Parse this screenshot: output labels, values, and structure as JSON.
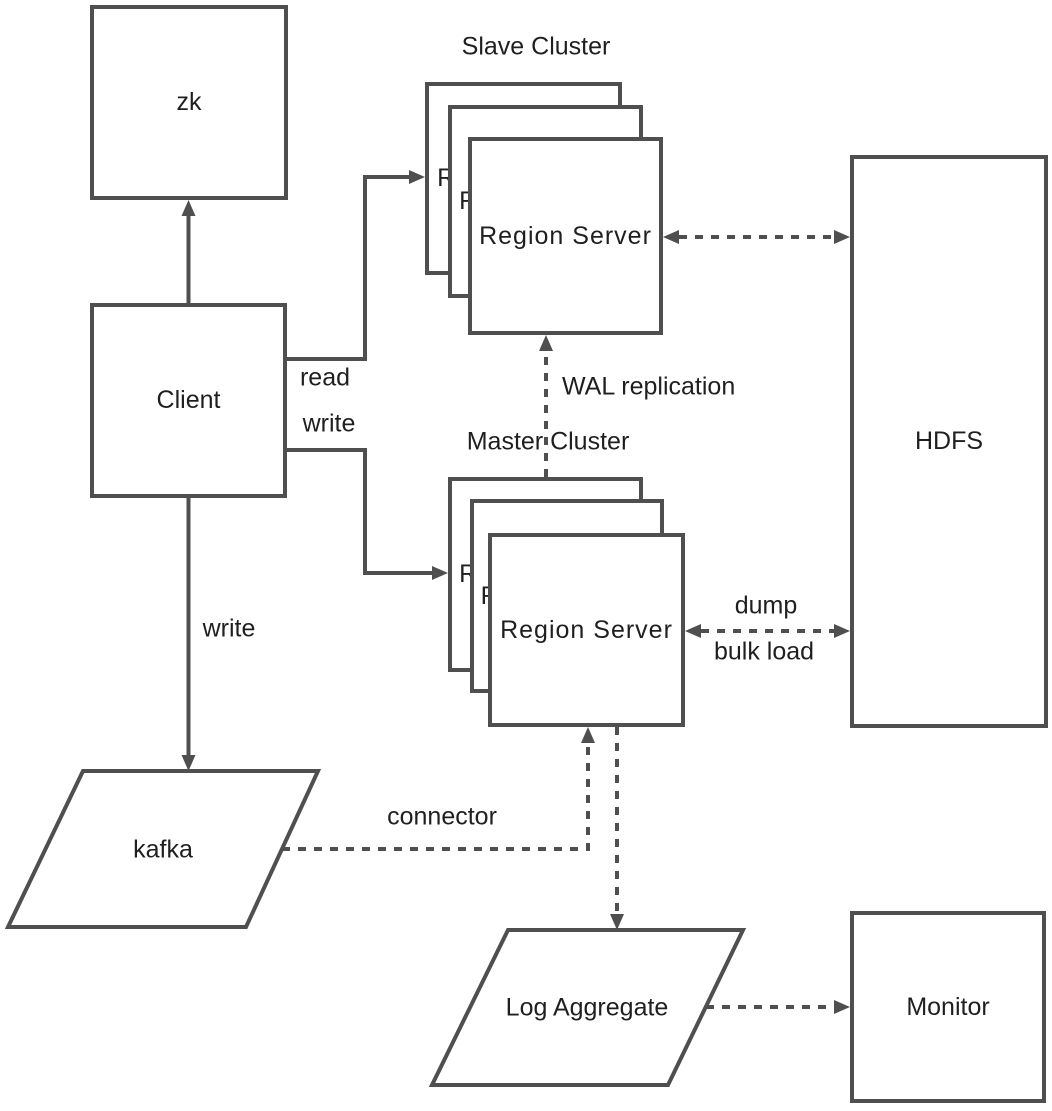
{
  "colors": {
    "stroke": "#4f4f4f",
    "text": "#1f1f1f",
    "background": "#ffffff"
  },
  "nodes": {
    "zk": "zk",
    "client": "Client",
    "region_server": "Region Server",
    "hdfs": "HDFS",
    "kafka": "kafka",
    "log_aggregate": "Log Aggregate",
    "monitor": "Monitor"
  },
  "cluster_titles": {
    "slave": "Slave Cluster",
    "master": "Master Cluster"
  },
  "edge_labels": {
    "read": "read",
    "write": "write",
    "write_kafka": "write",
    "wal_replication": "WAL replication",
    "connector": "connector",
    "dump": "dump",
    "bulk_load": "bulk load"
  }
}
